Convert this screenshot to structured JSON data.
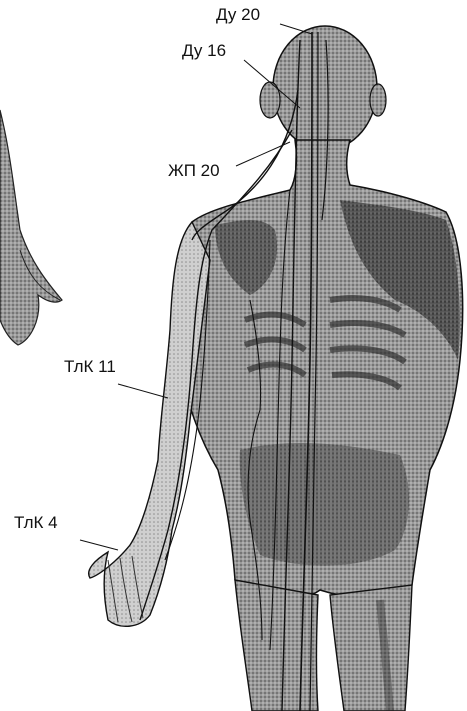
{
  "labels": {
    "du20": "Ду 20",
    "du16": "Ду 16",
    "zhp20": "ЖП 20",
    "tlk11": "ТлК 11",
    "tlk4": "ТлК 4"
  },
  "colors": {
    "skin_dark": "#3a3a3a",
    "skin_mid": "#7d7d7d",
    "skin_light": "#c9c9c9",
    "line": "#111111",
    "background": "#ffffff"
  }
}
